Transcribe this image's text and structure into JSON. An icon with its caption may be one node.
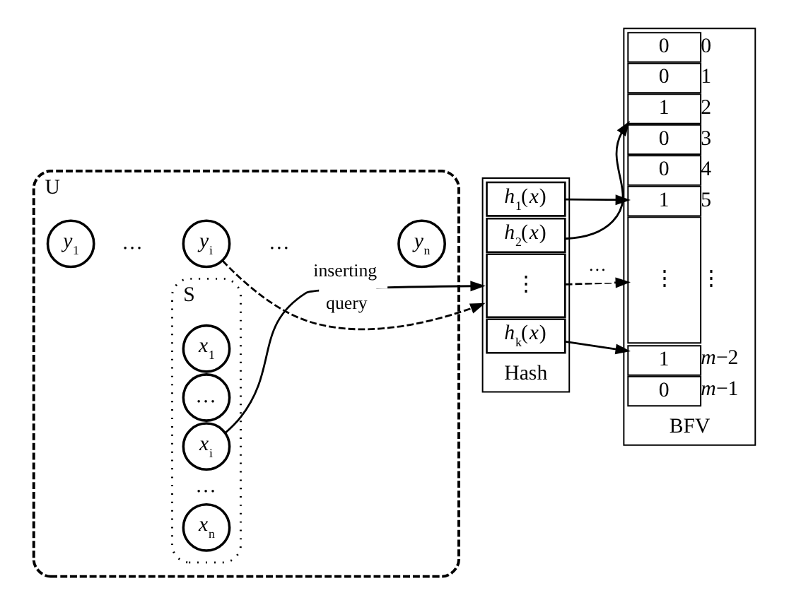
{
  "diagram": {
    "nodes": [
      {
        "text": [
          "U"
        ]
      },
      {
        "text": [
          "S"
        ],
        "in": 0
      },
      {
        "text": [
          "*x*$_{1}$"
        ],
        "in": 1
      },
      {
        "text": [
          "…"
        ],
        "in": 1
      },
      {
        "text": [
          "*x*$_{i}$"
        ],
        "in": 1
      },
      {
        "text": [
          "*x*$_{n}$"
        ],
        "in": 1
      },
      {
        "text": [
          "*y*$_{1}$"
        ],
        "in": 0
      },
      {
        "text": [
          "*y*$_{i}$"
        ],
        "in": 0
      },
      {
        "text": [
          "*y*$_{n}$"
        ],
        "in": 0
      },
      {
        "text": [
          "Hash"
        ]
      },
      {
        "text": [
          "*h*$_{1}$(*x*)"
        ],
        "in": 9
      },
      {
        "text": [
          "*h*$_{2}$(*x*)"
        ],
        "in": 9
      },
      {
        "text": [
          "⋮"
        ],
        "in": 9
      },
      {
        "text": [
          "*h*$_{k}$(*x*)"
        ],
        "in": 9
      },
      {
        "text": [
          "BFV"
        ]
      },
      {
        "text": [
          "0"
        ],
        "beside": [
          "0"
        ],
        "in": 14
      },
      {
        "text": [
          "0"
        ],
        "beside": [
          "1"
        ],
        "in": 14
      },
      {
        "text": [
          "1"
        ],
        "beside": [
          "2"
        ],
        "in": 14
      },
      {
        "text": [
          "0"
        ],
        "beside": [
          "3"
        ],
        "in": 14
      },
      {
        "text": [
          "0"
        ],
        "beside": [
          "4"
        ],
        "in": 14
      },
      {
        "text": [
          "1"
        ],
        "beside": [
          "5"
        ],
        "in": 14
      },
      {
        "text": [
          "⋮"
        ],
        "beside": [
          "⋮"
        ],
        "in": 14
      },
      {
        "text": [
          "1"
        ],
        "beside": [
          "*m*−2"
        ],
        "in": 14
      },
      {
        "text": [
          "0"
        ],
        "beside": [
          "*m*−1"
        ],
        "in": 14
      }
    ],
    "edges": [
      {
        "from": 4,
        "to": 9,
        "arrow": "to",
        "label": "inserting"
      },
      {
        "from": 7,
        "to": 9,
        "arrow": "to",
        "label": "query",
        "style": "dashed"
      },
      {
        "from": 10,
        "to": 20,
        "arrow": "to"
      },
      {
        "from": 11,
        "to": 17,
        "arrow": "to"
      },
      {
        "from": 12,
        "to": 21,
        "arrow": "to",
        "label": "…",
        "style": "dashed"
      },
      {
        "from": 13,
        "to": 22,
        "arrow": "to"
      }
    ],
    "labels": [
      "…",
      "…",
      "…"
    ]
  }
}
